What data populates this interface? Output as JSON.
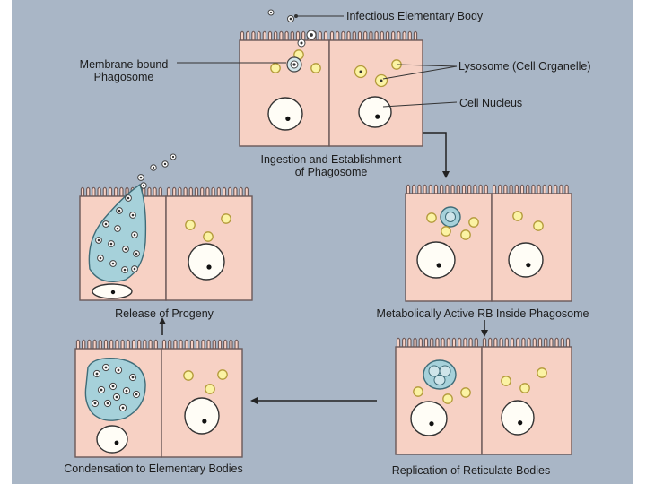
{
  "labels": {
    "elementary_body": "Infectious Elementary Body",
    "phagosome_line1": "Membrane-bound",
    "phagosome_line2": "Phagosome",
    "lysosome": "Lysosome (Cell Organelle)",
    "nucleus": "Cell Nucleus"
  },
  "stages": [
    {
      "line1": "Ingestion and Establishment",
      "line2": "of Phagosome"
    },
    {
      "line1": "Metabolically Active RB Inside Phagosome",
      "line2": ""
    },
    {
      "line1": "Replication of Reticulate Bodies",
      "line2": ""
    },
    {
      "line1": "Condensation to Elementary Bodies",
      "line2": ""
    },
    {
      "line1": "Release of Progeny",
      "line2": ""
    }
  ],
  "colors": {
    "background": "#a9b6c6",
    "cell_fill": "#f7d1c4",
    "cell_outline": "#6a5858",
    "nucleus_fill": "#fffdf6",
    "lysosome_fill": "#fbf3a4",
    "lysosome_outline": "#b39a3a",
    "phagosome_fill": "#a6d1da",
    "phagosome_outline": "#3f6c78",
    "arrow": "#222222"
  }
}
